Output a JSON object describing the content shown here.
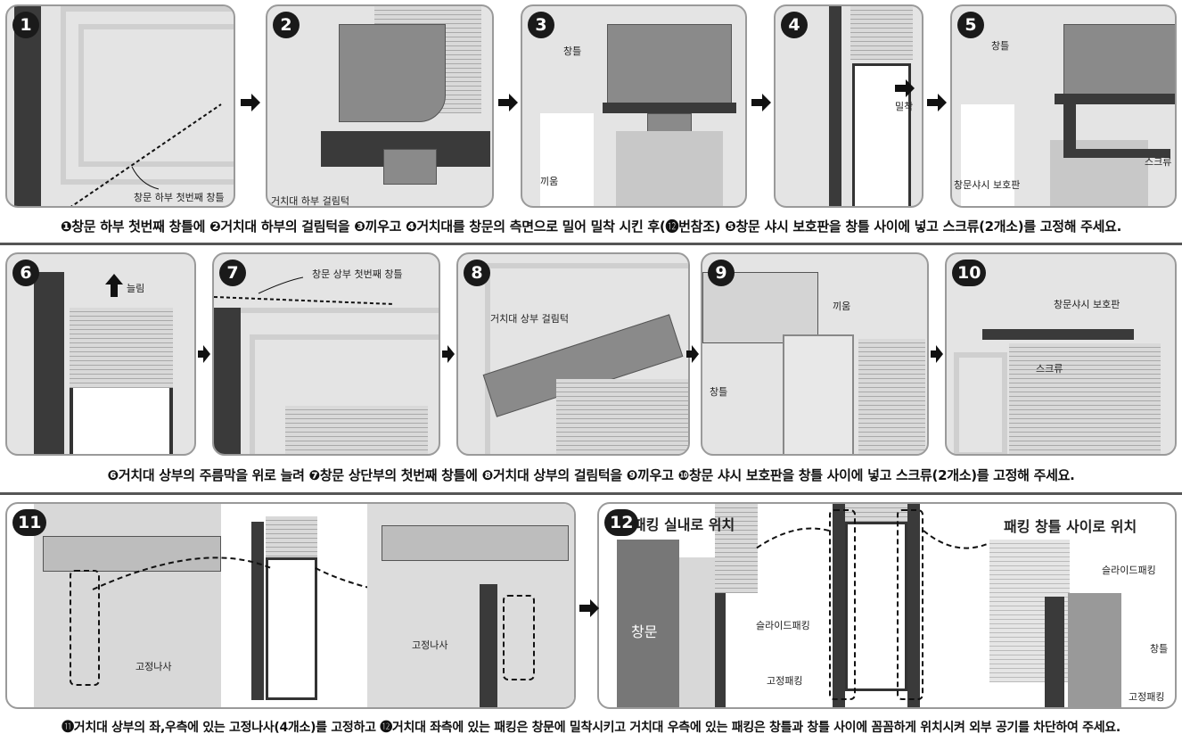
{
  "steps": {
    "s1": {
      "num": "1",
      "label": "창문 하부 첫번째 창틀"
    },
    "s2": {
      "num": "2",
      "label": "거치대 하부 걸림턱"
    },
    "s3": {
      "num": "3",
      "label_frame": "창틀",
      "label_fit": "끼움"
    },
    "s4": {
      "num": "4",
      "label": "밀착"
    },
    "s5": {
      "num": "5",
      "label_frame": "창틀",
      "label_screw": "스크류",
      "label_plate": "창문샤시 보호판"
    },
    "s6": {
      "num": "6",
      "label": "늘림"
    },
    "s7": {
      "num": "7",
      "label": "창문 상부 첫번째 창틀"
    },
    "s8": {
      "num": "8",
      "label": "거치대 상부 걸림턱"
    },
    "s9": {
      "num": "9",
      "label_fit": "끼움",
      "label_frame": "창틀"
    },
    "s10": {
      "num": "10",
      "label_plate": "창문샤시 보호판",
      "label_screw": "스크류"
    },
    "s11": {
      "num": "11",
      "label_left": "고정나사",
      "label_right": "고정나사"
    },
    "s12": {
      "num": "12",
      "title_left": "패킹 실내로 위치",
      "title_right": "패킹 창틀 사이로 위치",
      "label_window": "창문",
      "label_slide_left": "슬라이드패킹",
      "label_fixed_left": "고정패킹",
      "label_slide_right": "슬라이드패킹",
      "label_frame_right": "창틀",
      "label_fixed_right": "고정패킹"
    }
  },
  "captions": {
    "row1": "❶창문 하부 첫번째 창틀에 ❷거치대 하부의 걸림턱을 ❸끼우고 ❹거치대를 창문의 측면으로 밀어 밀착 시킨 후(⓬번참조) ❺창문 샤시 보호판을 창틀 사이에 넣고 스크류(2개소)를 고정해 주세요.",
    "row2": "❻거치대 상부의 주름막을 위로 늘려 ❼창문 상단부의 첫번째 창틀에 ❽거치대 상부의 걸림턱을 ❾끼우고 ❿창문 샤시 보호판을 창틀 사이에 넣고 스크류(2개소)를 고정해 주세요.",
    "row3": "⓫거치대 상부의 좌,우측에 있는 고정나사(4개소)를 고정하고 ⓬거치대 좌측에 있는 패킹은 창문에 밀착시키고 거치대 우측에 있는 패킹은 창틀과 창틀 사이에 꼼꼼하게 위치시켜 외부 공기를 차단하여 주세요."
  },
  "icons": {
    "step_arrow": "right-arrow-icon",
    "push_arrow": "up-arrow-icon"
  },
  "colors": {
    "panel_bg": "#e4e4e4",
    "dark_part": "#3a3a3a",
    "border": "#9a9a9a"
  }
}
